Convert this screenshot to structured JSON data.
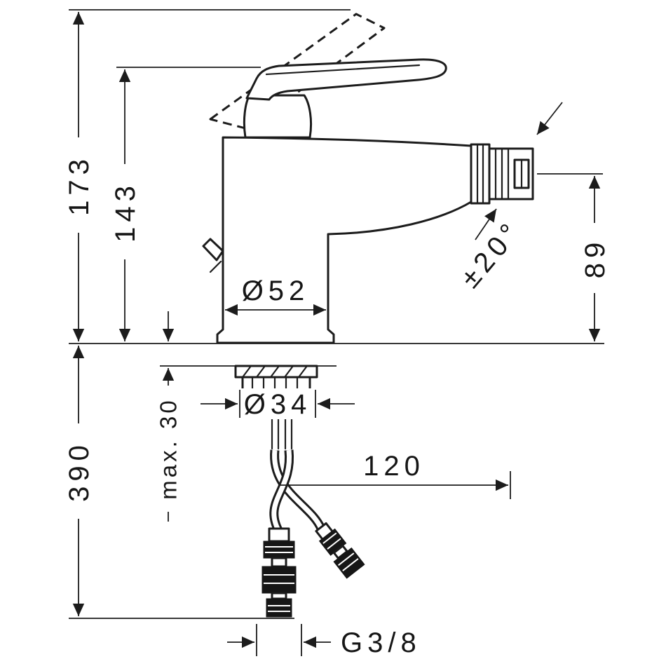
{
  "page": {
    "background": "#ffffff",
    "line_color": "#1c1c1c"
  },
  "drawing": {
    "kind": "technical-dimension-drawing",
    "subject": "single-lever bidet mixer with pop-up waste and supply hoses",
    "labels": {
      "total_height": "173",
      "spout_top_height": "143",
      "under_deck_length": "390",
      "max_deck_thickness": "max. 30",
      "base_diameter": "Ø52",
      "shank_diameter": "Ø34",
      "spout_reach": "120",
      "outlet_height": "89",
      "aerator_swivel_angle": "±20°",
      "connection_thread": "G3/8"
    }
  }
}
